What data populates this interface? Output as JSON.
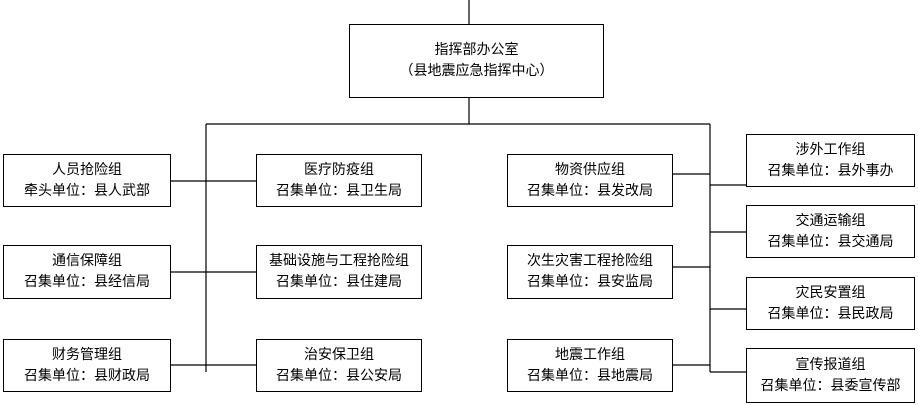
{
  "top": {
    "line1": "指挥部办公室",
    "line2": "（县地震应急指挥中心）"
  },
  "groups": {
    "col1": [
      {
        "name": "人员抢险组",
        "unit": "牵头单位：县人武部"
      },
      {
        "name": "通信保障组",
        "unit": "召集单位：县经信局"
      },
      {
        "name": "财务管理组",
        "unit": "召集单位：县财政局"
      }
    ],
    "col2": [
      {
        "name": "医疗防疫组",
        "unit": "召集单位：县卫生局"
      },
      {
        "name": "基础设施与工程抢险组",
        "unit": "召集单位：县住建局"
      },
      {
        "name": "治安保卫组",
        "unit": "召集单位：县公安局"
      }
    ],
    "col3": [
      {
        "name": "物资供应组",
        "unit": "召集单位：县发改局"
      },
      {
        "name": "次生灾害工程抢险组",
        "unit": "召集单位：县安监局"
      },
      {
        "name": "地震工作组",
        "unit": "召集单位：县地震局"
      }
    ],
    "col4": [
      {
        "name": "涉外工作组",
        "unit": "召集单位：县外事办"
      },
      {
        "name": "交通运输组",
        "unit": "召集单位：县交通局"
      },
      {
        "name": "灾民安置组",
        "unit": "召集单位：县民政局"
      },
      {
        "name": "宣传报道组",
        "unit": "召集单位：县委宣传部"
      }
    ]
  }
}
